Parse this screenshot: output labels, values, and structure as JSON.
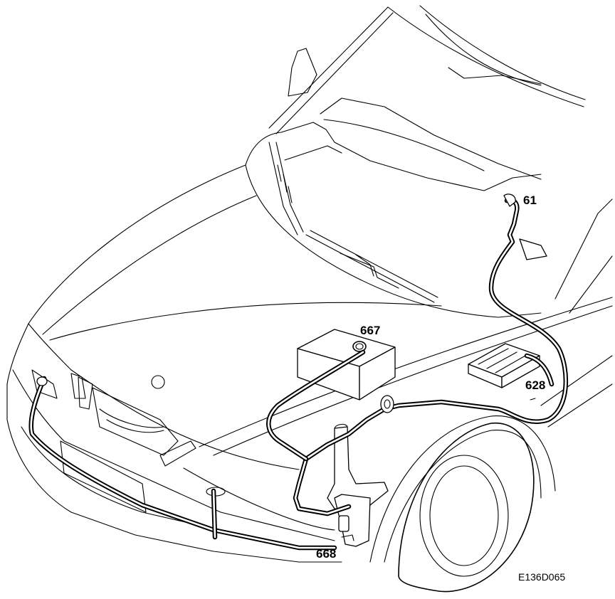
{
  "callouts": {
    "c61": "61",
    "c667": "667",
    "c628": "628",
    "c668": "668"
  },
  "document_ref": "E136D065",
  "colors": {
    "line": "#000000",
    "background": "#ffffff"
  }
}
